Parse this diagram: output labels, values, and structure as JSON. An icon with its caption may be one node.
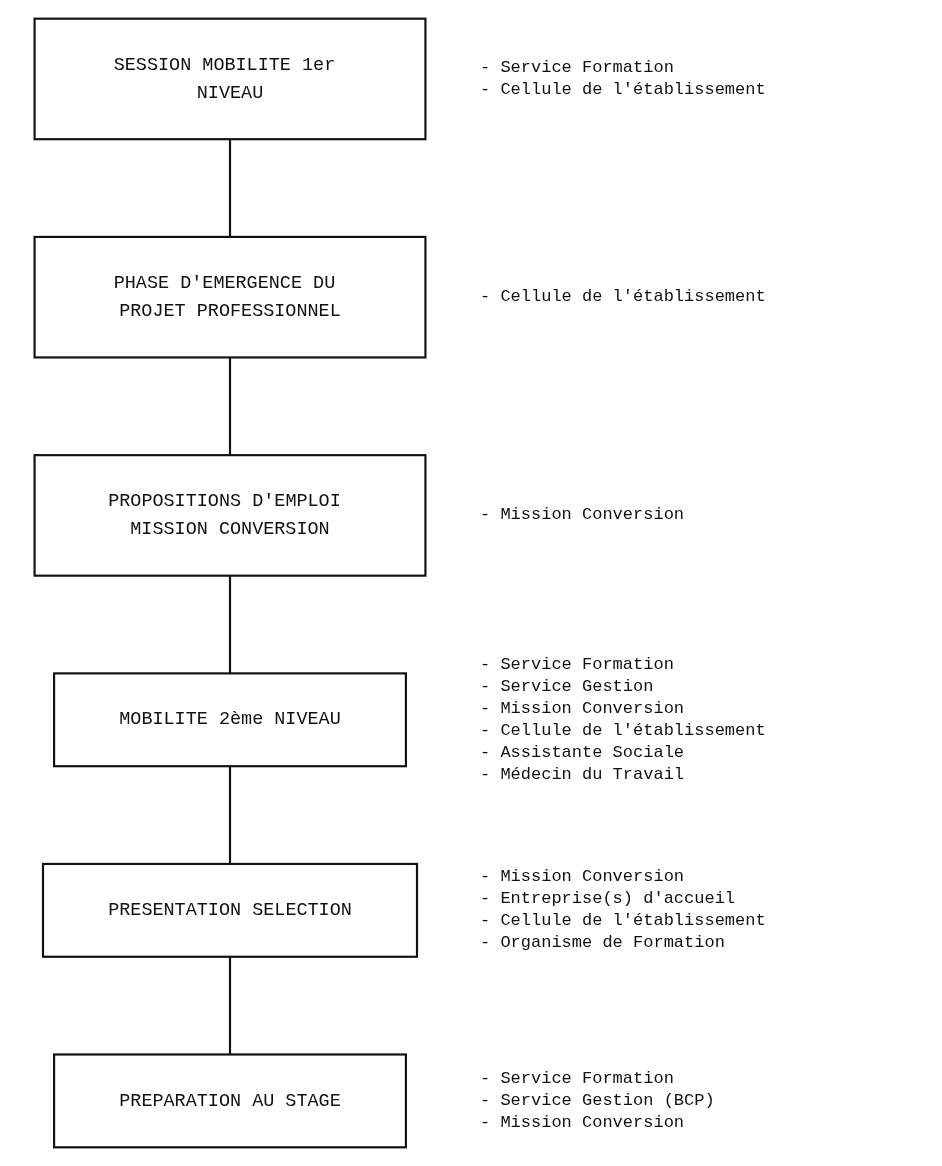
{
  "diagram": {
    "nodes": [
      {
        "text": [
          "SESSION MOBILITE 1er NIVEAU"
        ],
        "beside": [
          "- Service Formation",
          "- Cellule de l'établissement"
        ]
      },
      {
        "text": [
          "PHASE D'EMERGENCE DU PROJET PROFESSIONNEL"
        ],
        "beside": [
          "- Cellule de l'établissement"
        ]
      },
      {
        "text": [
          "PROPOSITIONS D'EMPLOI MISSION CONVERSION"
        ],
        "beside": [
          "- Mission Conversion"
        ]
      },
      {
        "text": [
          "MOBILITE 2ème NIVEAU"
        ],
        "beside": [
          "- Service Formation",
          "- Service Gestion",
          "- Mission Conversion",
          "- Cellule de l'établissement",
          "- Assistante Sociale",
          "- Médecin du Travail"
        ]
      },
      {
        "text": [
          "PRESENTATION SELECTION"
        ],
        "beside": [
          "- Mission Conversion",
          "- Entreprise(s) d'accueil",
          "- Cellule de l'établissement",
          "- Organisme de Formation"
        ]
      },
      {
        "text": [
          "PREPARATION AU STAGE"
        ],
        "beside": [
          "- Service Formation",
          "- Service Gestion (BCP)",
          "- Mission Conversion"
        ]
      }
    ],
    "edges": [
      {
        "from": 0,
        "to": 1,
        "arrow": "none"
      },
      {
        "from": 1,
        "to": 2,
        "arrow": "none"
      },
      {
        "from": 2,
        "to": 3,
        "arrow": "none"
      },
      {
        "from": 3,
        "to": 4,
        "arrow": "none"
      },
      {
        "from": 4,
        "to": 5,
        "arrow": "none"
      }
    ]
  }
}
